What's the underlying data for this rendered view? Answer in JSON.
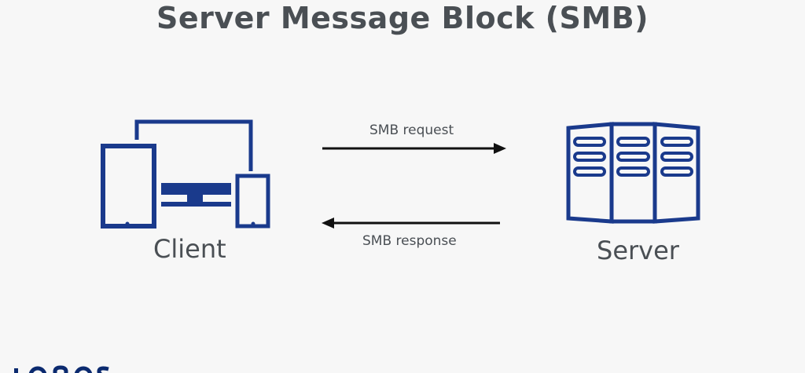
{
  "title": "Server Message Block (SMB)",
  "client": {
    "label": "Client",
    "icon": "devices-icon"
  },
  "server": {
    "label": "Server",
    "icon": "server-rack-icon"
  },
  "request": {
    "label": "SMB request",
    "icon": "arrow-right-icon"
  },
  "response": {
    "label": "SMB response",
    "icon": "arrow-left-icon"
  },
  "colors": {
    "icon": "#1a3a8c",
    "text": "#4a4f54",
    "arrow": "#111111",
    "background": "#f7f7f7"
  },
  "logo": {
    "name": "ionos-logo"
  }
}
